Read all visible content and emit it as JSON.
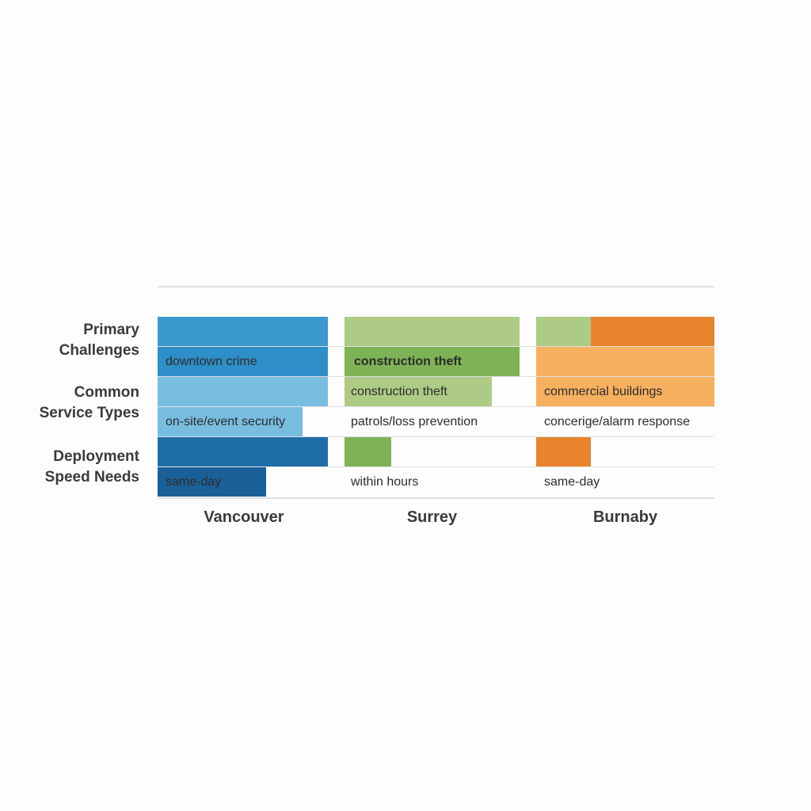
{
  "chart_data": {
    "type": "table",
    "title": "",
    "columns": [
      "Vancouver",
      "Surrey",
      "Burnaby"
    ],
    "row_groups": [
      "Primary Challenges",
      "Common Service Types",
      "Deployment Speed Needs"
    ],
    "cells": {
      "Vancouver": {
        "primary_challenges": "downtown crime",
        "common_service_types": "on-site/event security",
        "deployment_speed_needs": "same-day"
      },
      "Surrey": {
        "primary_challenges": "construction theft",
        "common_service_types": "construction theft",
        "common_service_types_secondary": "patrols/loss prevention",
        "deployment_speed_needs": "within hours"
      },
      "Burnaby": {
        "primary_challenges": "",
        "common_service_types": "commercial buildings",
        "common_service_types_secondary": "concerige/alarm response",
        "deployment_speed_needs": "same-day"
      }
    },
    "colors": {
      "vancouver_dark": "#1a6aa0",
      "vancouver_mid": "#3a9ad0",
      "vancouver_light": "#78bde0",
      "surrey_dark": "#7db356",
      "surrey_light": "#aecb85",
      "burnaby_dark": "#e8842c",
      "burnaby_light": "#f6b060"
    }
  },
  "labels": {
    "row1": "Primary\nChallenges",
    "row2": "Common\nService Types",
    "row3": "Deployment\nSpeed Needs",
    "row1_a": "Primary",
    "row1_b": "Challenges",
    "row2_a": "Common",
    "row2_b": "Service Types",
    "row3_a": "Deployment",
    "row3_b": "Speed Needs"
  },
  "cells": {
    "van_r2": "downtown crime",
    "van_r4": "on-site/event security",
    "van_r6": "same-day",
    "sur_r2": "construction theft",
    "sur_r3": "construction theft",
    "sur_r4": "patrols/loss prevention",
    "sur_r6": "within hours",
    "bur_r3": "commercial buildings",
    "bur_r4": "concerige/alarm response",
    "bur_r6": "same-day"
  },
  "cities": [
    "Vancouver",
    "Surrey",
    "Burnaby"
  ]
}
